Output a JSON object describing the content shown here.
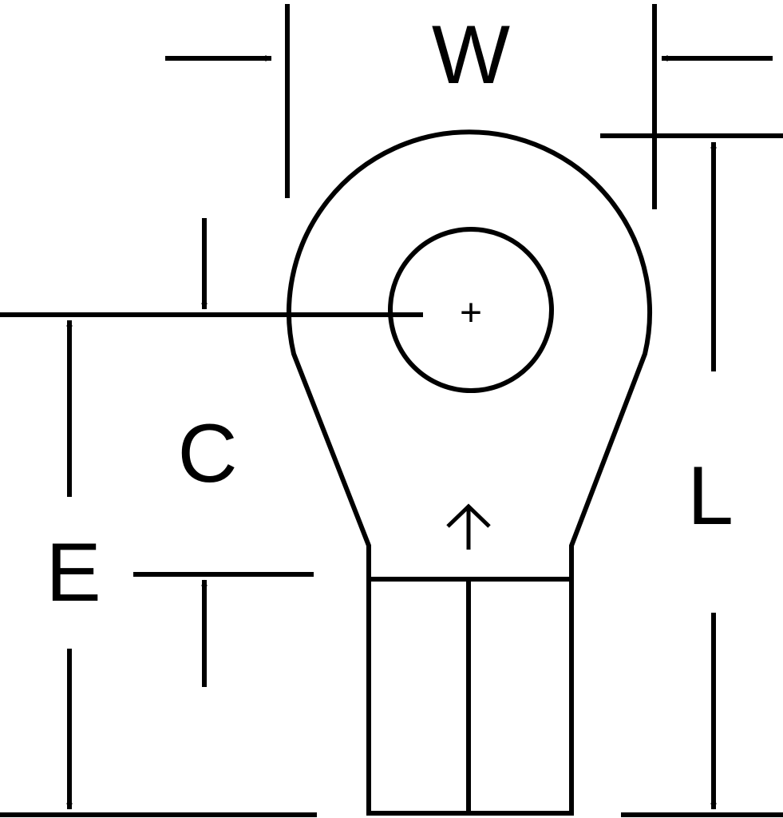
{
  "diagram": {
    "labels": {
      "w": "W",
      "c": "C",
      "e": "E",
      "l": "L",
      "center_mark": "+"
    },
    "colors": {
      "stroke": "#000000",
      "background": "#ffffff"
    }
  }
}
